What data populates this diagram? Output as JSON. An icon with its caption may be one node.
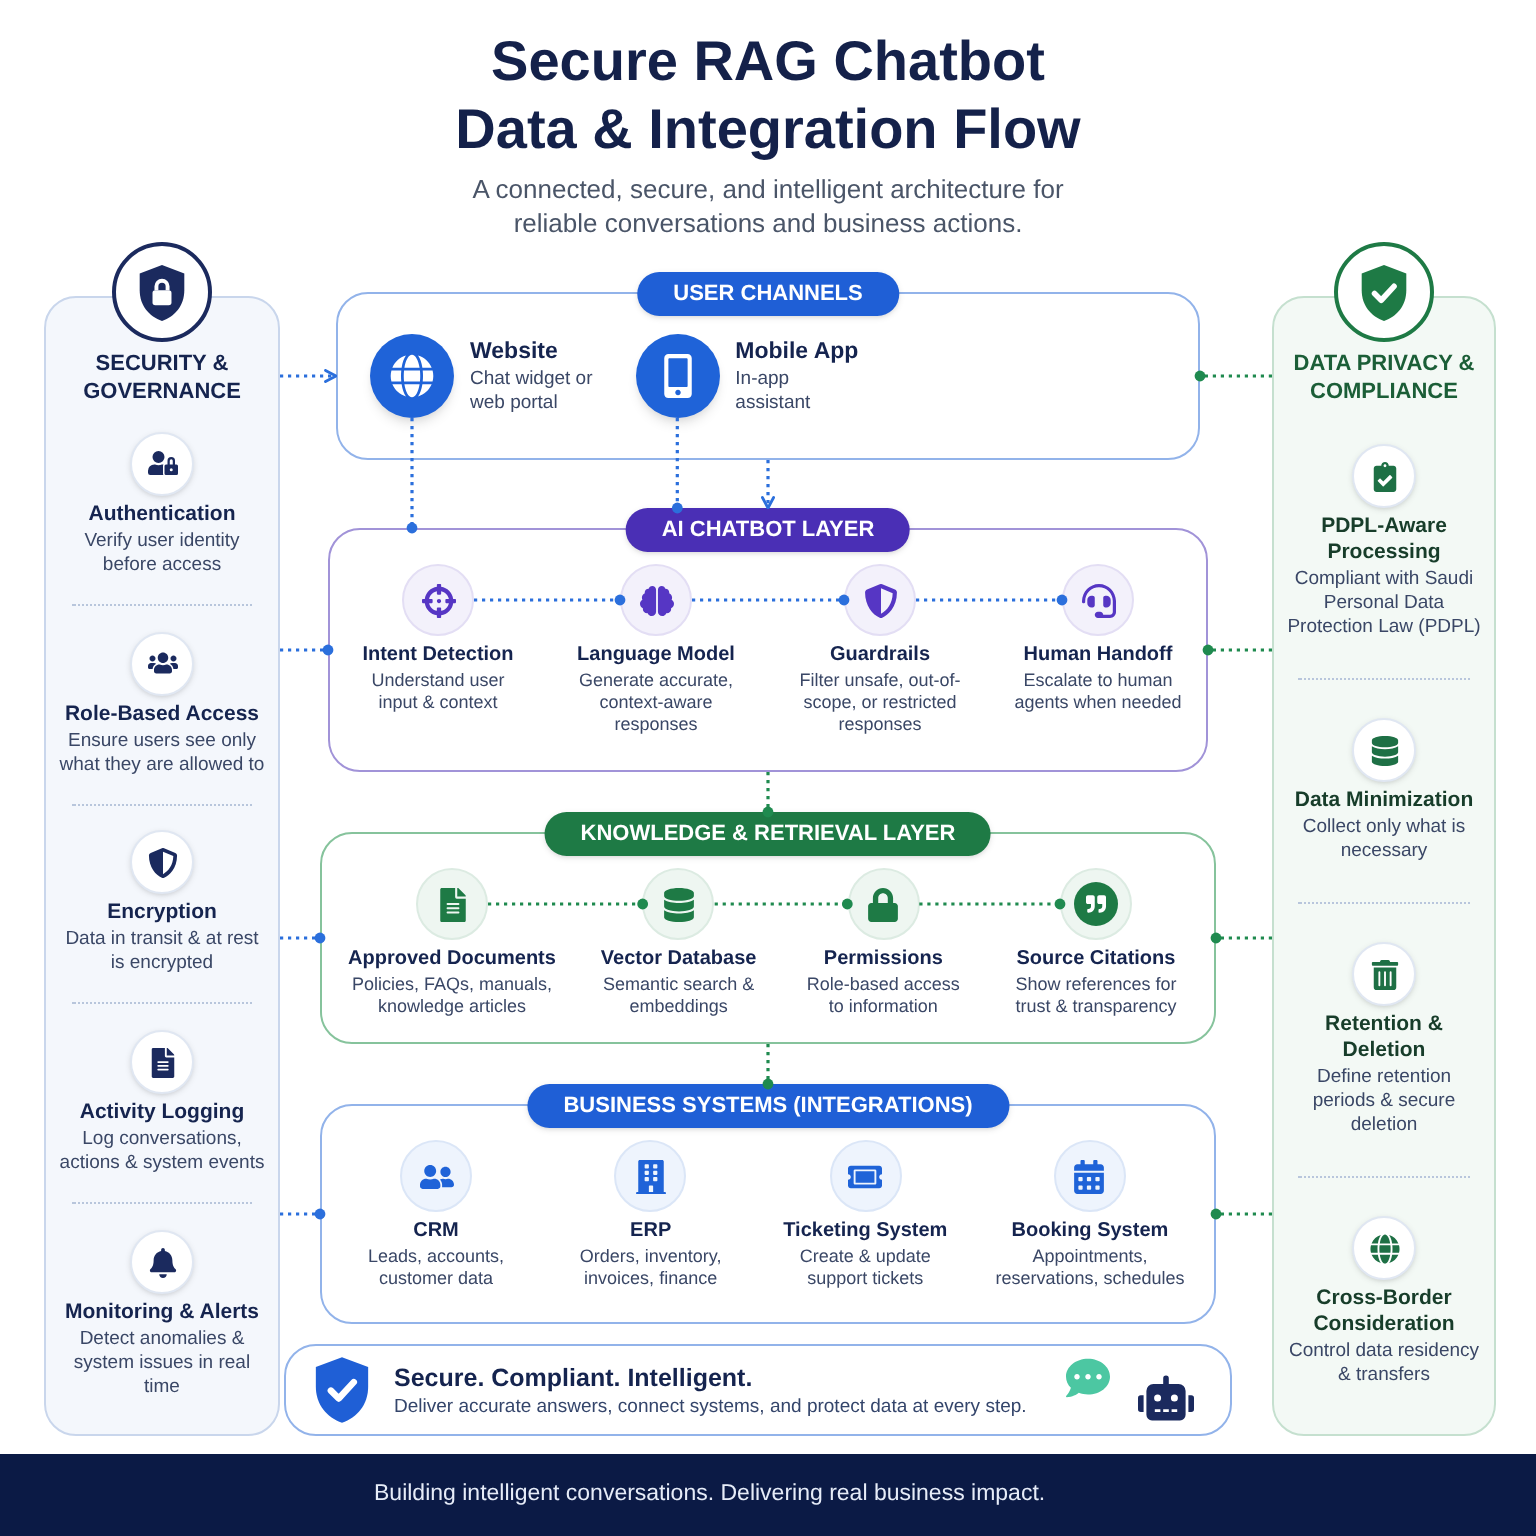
{
  "diagram": {
    "title": "Secure RAG Chatbot Data & Integration Flow",
    "nodes": [
      {
        "text": [
          "SECURITY & GOVERNANCE"
        ]
      },
      {
        "text": [
          "Authentication",
          "Verify user identity before access"
        ],
        "in": 0
      },
      {
        "text": [
          "Role-Based Access",
          "Ensure users see only what they are allowed to"
        ],
        "in": 0
      },
      {
        "text": [
          "Encryption",
          "Data in transit & at rest is encrypted"
        ],
        "in": 0
      },
      {
        "text": [
          "Activity Logging",
          "Log conversations, actions & system events"
        ],
        "in": 0
      },
      {
        "text": [
          "Monitoring & Alerts",
          "Detect anomalies & system issues in real time"
        ],
        "in": 0
      },
      {
        "text": [
          "USER CHANNELS"
        ]
      },
      {
        "text": [
          "Website",
          "Chat widget or web portal"
        ],
        "in": 6
      },
      {
        "text": [
          "Mobile App",
          "In-app assistant"
        ],
        "in": 6
      },
      {
        "text": [
          "AI CHATBOT LAYER"
        ]
      },
      {
        "text": [
          "Intent Detection",
          "Understand user input & context"
        ],
        "in": 9
      },
      {
        "text": [
          "Language Model",
          "Generate accurate, context-aware responses"
        ],
        "in": 9
      },
      {
        "text": [
          "Guardrails",
          "Filter unsafe, out-of-scope, or restricted responses"
        ],
        "in": 9
      },
      {
        "text": [
          "Human Handoff",
          "Escalate to human agents when needed"
        ],
        "in": 9
      },
      {
        "text": [
          "KNOWLEDGE & RETRIEVAL LAYER"
        ]
      },
      {
        "text": [
          "Approved Documents",
          "Policies, FAQs, manuals, knowledge articles"
        ],
        "in": 14
      },
      {
        "text": [
          "Vector Database",
          "Semantic search & embeddings"
        ],
        "in": 14
      },
      {
        "text": [
          "Permissions",
          "Role-based access to information"
        ],
        "in": 14
      },
      {
        "text": [
          "Source Citations",
          "Show references for trust & transparency"
        ],
        "in": 14
      },
      {
        "text": [
          "BUSINESS SYSTEMS (INTEGRATIONS)"
        ]
      },
      {
        "text": [
          "CRM",
          "Leads, accounts, customer data"
        ],
        "in": 19
      },
      {
        "text": [
          "ERP",
          "Orders, inventory, invoices, finance"
        ],
        "in": 19
      },
      {
        "text": [
          "Ticketing System",
          "Create & update support tickets"
        ],
        "in": 19
      },
      {
        "text": [
          "Booking System",
          "Appointments, reservations, schedules"
        ],
        "in": 19
      },
      {
        "text": [
          "DATA PRIVACY & COMPLIANCE"
        ]
      },
      {
        "text": [
          "PDPL-Aware Processing",
          "Compliant with Saudi Personal Data Protection Law (PDPL)"
        ],
        "in": 24
      },
      {
        "text": [
          "Data Minimization",
          "Collect only what is necessary"
        ],
        "in": 24
      },
      {
        "text": [
          "Retention & Deletion",
          "Define retention periods & secure deletion"
        ],
        "in": 24
      },
      {
        "text": [
          "Cross-Border Consideration",
          "Control data residency & transfers"
        ],
        "in": 24
      },
      {
        "text": [
          "Secure. Compliant. Intelligent.",
          "Deliver accurate answers, connect systems, and protect data at every step."
        ]
      },
      {
        "text": [
          "Building intelligent conversations. Delivering real business impact."
        ]
      }
    ],
    "edges": [
      {
        "from": 0,
        "to": 6,
        "arrow": "to",
        "style": "dashed"
      },
      {
        "from": 0,
        "to": 9,
        "arrow": "other",
        "style": "dashed"
      },
      {
        "from": 0,
        "to": 14,
        "arrow": "other",
        "style": "dashed"
      },
      {
        "from": 0,
        "to": 19,
        "arrow": "other",
        "style": "dashed"
      },
      {
        "from": 7,
        "to": 9,
        "arrow": "other",
        "style": "dashed"
      },
      {
        "from": 8,
        "to": 9,
        "arrow": "other",
        "style": "dashed"
      },
      {
        "from": 6,
        "to": 9,
        "arrow": "to",
        "style": "dashed"
      },
      {
        "from": 10,
        "to": 11,
        "arrow": "other",
        "style": "dashed"
      },
      {
        "from": 11,
        "to": 12,
        "arrow": "other",
        "style": "dashed"
      },
      {
        "from": 12,
        "to": 13,
        "arrow": "other",
        "style": "dashed"
      },
      {
        "from": 9,
        "to": 14,
        "arrow": "other",
        "style": "dashed",
        "color": "#1f8a4f"
      },
      {
        "from": 15,
        "to": 16,
        "arrow": "other",
        "style": "dashed",
        "color": "#1f8a4f"
      },
      {
        "from": 16,
        "to": 17,
        "arrow": "other",
        "style": "dashed",
        "color": "#1f8a4f"
      },
      {
        "from": 17,
        "to": 18,
        "arrow": "other",
        "style": "dashed",
        "color": "#1f8a4f"
      },
      {
        "from": 14,
        "to": 19,
        "arrow": "other",
        "style": "dashed",
        "color": "#1f8a4f"
      },
      {
        "from": 24,
        "to": 6,
        "arrow": "other",
        "style": "dashed",
        "color": "#1f8a4f"
      },
      {
        "from": 24,
        "to": 9,
        "arrow": "other",
        "style": "dashed",
        "color": "#1f8a4f"
      },
      {
        "from": 24,
        "to": 14,
        "arrow": "other",
        "style": "dashed",
        "color": "#1f8a4f"
      },
      {
        "from": 24,
        "to": 19,
        "arrow": "other",
        "style": "dashed",
        "color": "#1f8a4f"
      }
    ],
    "labels": [
      "A connected, secure, and intelligent architecture for reliable conversations and business actions."
    ]
  }
}
